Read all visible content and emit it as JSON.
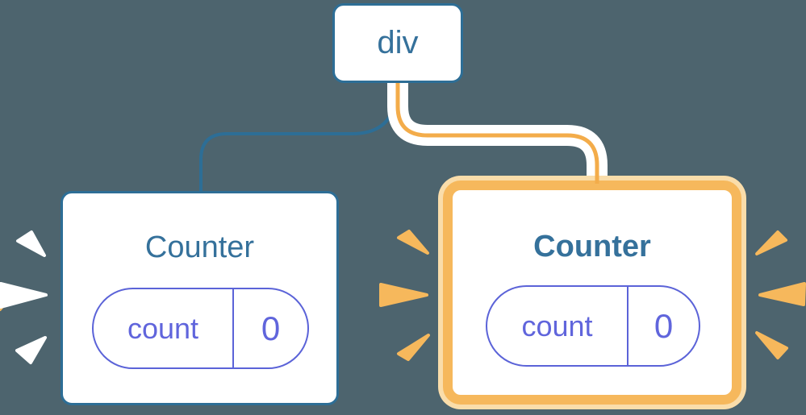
{
  "diagram": {
    "description": "React component tree: a div root element with two Counter child components; the right Counter is newly mounted (highlighted with orange border and sparks), the left Counter keeps its state (white sparks).",
    "root": {
      "label": "div"
    },
    "children": [
      {
        "title": "Counter",
        "highlighted": false,
        "state": {
          "key": "count",
          "value": "0"
        }
      },
      {
        "title": "Counter",
        "highlighted": true,
        "state": {
          "key": "count",
          "value": "0"
        }
      }
    ],
    "edges": [
      {
        "from": "div",
        "to": "left Counter",
        "style": "blue line"
      },
      {
        "from": "div",
        "to": "right Counter",
        "style": "orange line with white casing"
      }
    ]
  },
  "colors": {
    "background": "#4D646E",
    "blueStroke": "#2D6E96",
    "blueText": "#35719B",
    "indigoStroke": "#5B63D8",
    "indigoText": "#6065DC",
    "orange": "#F6B85C",
    "orangeLine": "#F3AC4A",
    "orangeGlow": "#FADDAA",
    "sparkWhite": "#FFFFFF"
  }
}
